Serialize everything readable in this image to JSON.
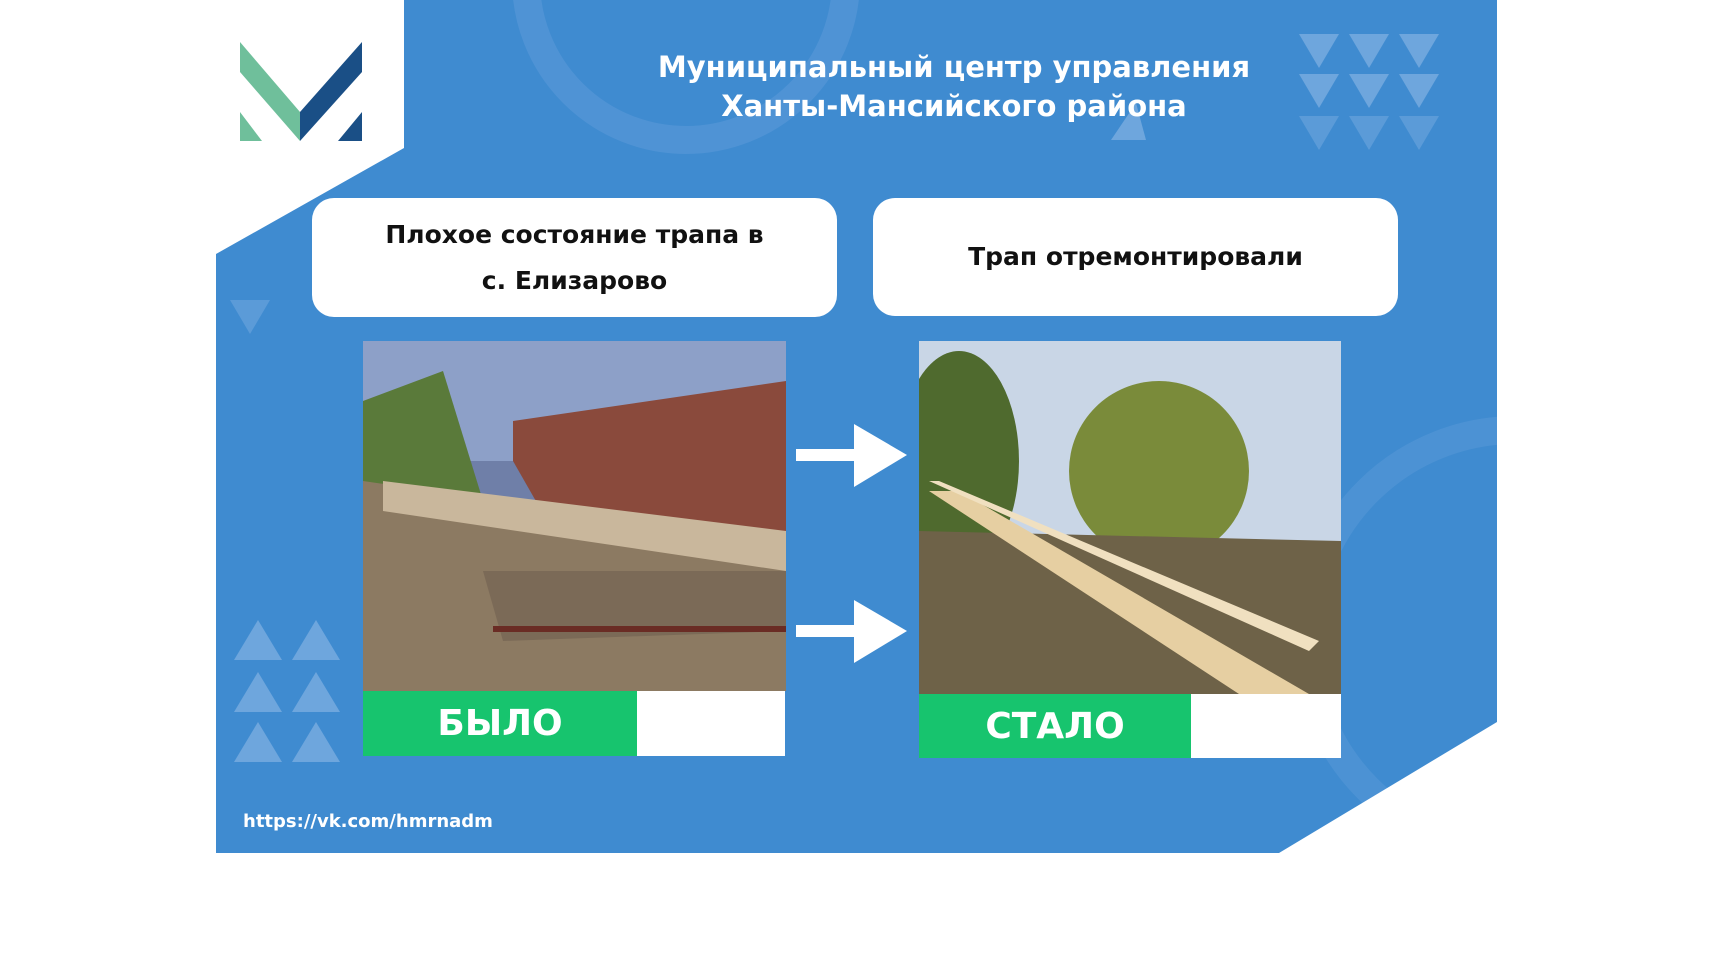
{
  "header": {
    "title_line1": "Муниципальный центр управления",
    "title_line2": "Ханты-Мансийского района"
  },
  "before": {
    "caption_line1": "Плохое состояние трапа в",
    "caption_line2": "с. Елизарово",
    "label": "БЫЛО"
  },
  "after": {
    "caption": "Трап отремонтировали",
    "label": "СТАЛО"
  },
  "footer": {
    "url": "https://vk.com/hmrnadm"
  },
  "colors": {
    "background": "#3f8bd0",
    "accent_green": "#17c46e",
    "logo_green": "#6fbf9b",
    "logo_navy": "#1a4f86"
  }
}
